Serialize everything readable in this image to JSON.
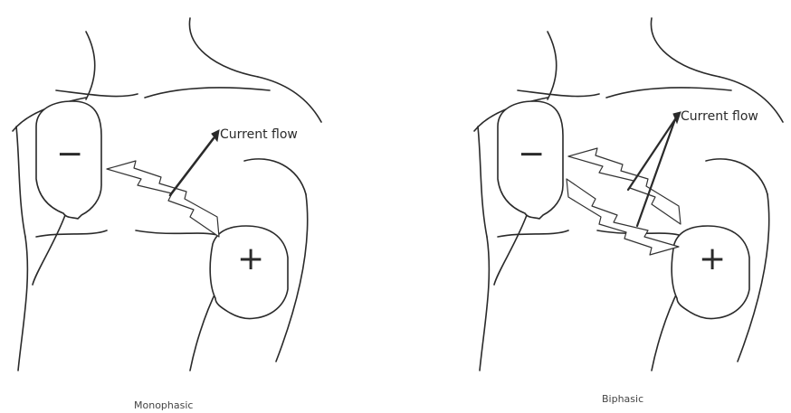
{
  "panels": [
    {
      "id": "monophasic",
      "caption": "Monophasic",
      "label": "Current flow",
      "negative_sign": "−",
      "positive_sign": "+"
    },
    {
      "id": "biphasic",
      "caption": "Biphasic",
      "label": "Current flow",
      "negative_sign": "−",
      "positive_sign": "+"
    }
  ]
}
